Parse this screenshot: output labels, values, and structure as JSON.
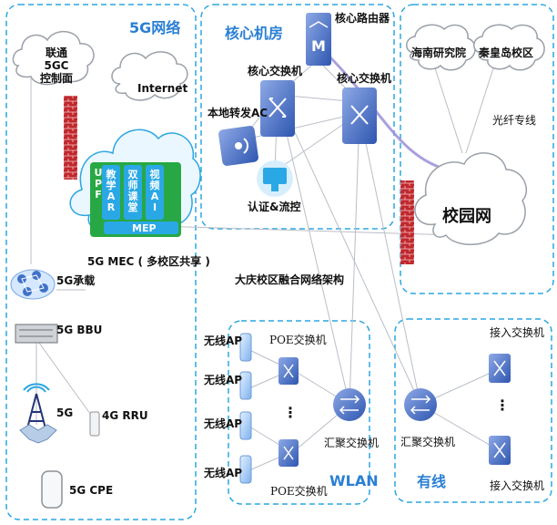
{
  "zones": {
    "5g_network": "5G网络",
    "core_room": "核心机房",
    "wlan": "WLAN",
    "wired": "有线"
  },
  "nodes": {
    "unicom_5gc": "联通5GC\n控制面",
    "internet": "Internet",
    "upf": "UPF",
    "edu_ar": "教学AR",
    "dual_class": "双师课堂",
    "video_ai": "视频AI",
    "mep": "MEP",
    "mec_caption": "5G MEC ( 多校区共享 )",
    "bearer_5g": "5G承载",
    "bbu_5g": "5G BBU",
    "tower_5g": "5G",
    "rru_4g": "4G RRU",
    "cpe_5g": "5G CPE",
    "core_router": "核心路由器",
    "core_switch_1": "核心交换机",
    "core_switch_2": "核心交换机",
    "local_ac": "本地转发AC",
    "auth": "认证&流控",
    "hainan": "海南研究院",
    "qinhuangdao": "秦皇岛校区",
    "fiber": "光纤专线",
    "campus_net": "校园网",
    "architecture_title": "大庆校区融合网络架构",
    "poe_switch_top": "POE交换机",
    "poe_switch_bottom": "POE交换机",
    "agg_switch_wlan": "汇聚交换机",
    "agg_switch_wired": "汇聚交换机",
    "access_switch_top": "接入交换机",
    "access_switch_bottom": "接入交换机",
    "ap_labels": [
      "无线AP",
      "无线AP",
      "无线AP",
      "无线AP"
    ],
    "dots": "⋮"
  },
  "colors": {
    "zone_border": "#2ca6e0",
    "device_blue": "#3f72c7",
    "firewall_red": "#c0272d",
    "green": "#27a844",
    "link_gray": "#b9bec7",
    "fiber_purple": "#9b8fd8",
    "zone_title": "#2a7fd4"
  }
}
